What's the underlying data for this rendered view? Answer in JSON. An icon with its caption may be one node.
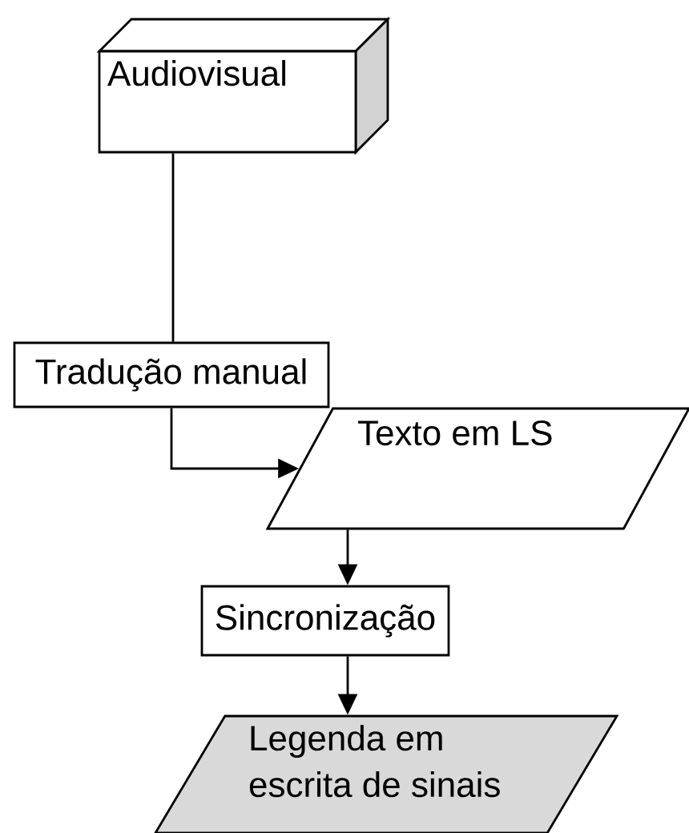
{
  "diagram": {
    "nodes": [
      {
        "text": [
          "Audiovisual"
        ]
      },
      {
        "text": [
          "Tradução manual"
        ]
      },
      {
        "text": [
          "Texto em LS"
        ]
      },
      {
        "text": [
          "Sincronização"
        ]
      },
      {
        "text": [
          "Legenda em escrita de sinais"
        ]
      }
    ],
    "edges": [
      {
        "from": 0,
        "to": 1,
        "arrow": "none"
      },
      {
        "from": 1,
        "to": 2,
        "arrow": "to"
      },
      {
        "from": 2,
        "to": 3,
        "arrow": "to"
      },
      {
        "from": 3,
        "to": 4,
        "arrow": "to"
      }
    ]
  }
}
